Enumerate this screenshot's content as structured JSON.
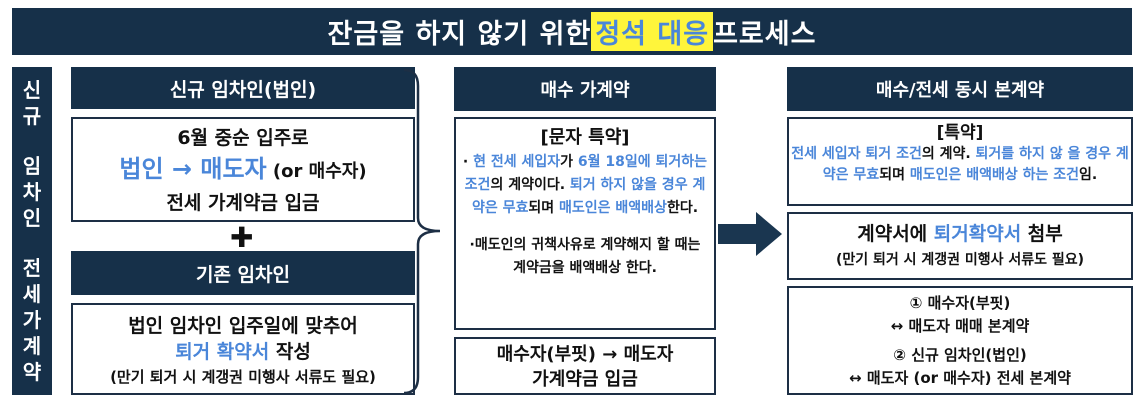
{
  "title": {
    "before": "잔금을 하지 않기 위한 ",
    "highlight": "정석 대응",
    "after": " 프로세스"
  },
  "side_label": {
    "group1": [
      "신",
      "규"
    ],
    "group2": [
      "임",
      "차",
      "인"
    ],
    "group3": [
      "전",
      "세",
      "가",
      "계",
      "약"
    ]
  },
  "new_tenant": {
    "header": "신규 임차인(법인)",
    "line1": "6월 중순 입주로",
    "line2_blue": "법인 → 매도자",
    "line2_small": " (or 매수자)",
    "line3": "전세 가계약금 입금"
  },
  "plus": "✚",
  "old_tenant": {
    "header": "기존 임차인",
    "line1": "법인 임차인 입주일에 맞추어",
    "line2_blue": "퇴거 확약서",
    "line2_rest": " 작성",
    "line3": "(만기 퇴거 시 계갱권 미행사 서류도 필요)"
  },
  "purchase": {
    "header": "매수 가계약",
    "clause_title": "[문자 특약]",
    "c1": "· ",
    "c2": "현 전세 세입자",
    "c3": "가 ",
    "c4": "6월 18일에 퇴거하는 조건",
    "c5": "의 계약이다. ",
    "c6": "퇴거 하지 않을 경우 계약은 무효",
    "c7": "되며 ",
    "c8": "매도인은 배액배상",
    "c9": "한다.",
    "clause2": "·매도인의 귀책사유로 계약해지 할 때는 계약금을 배액배상 한다.",
    "pay_line1": "매수자(부핏) → 매도자",
    "pay_line2": "가계약금 입금"
  },
  "main_contract": {
    "header": "매수/전세 동시 본계약",
    "special_title": "[특약]",
    "s1": "전세 세입자 퇴거 조건",
    "s2": "의 계약. ",
    "s3": "퇴거를 하지 않 을 경우 계약은 무효",
    "s4": "되며 ",
    "s5": "매도인은 배액배상 하는 조건",
    "s6": "임.",
    "attach_before": "계약서에 ",
    "attach_blue": "퇴거확약서",
    "attach_after": " 첨부",
    "attach_note": "(만기 퇴거 시 계갱권 미행사 서류도 필요)",
    "final1a": "① 매수자(부핏)",
    "final1b": "↔ 매도자 매매 본계약",
    "final2a": "② 신규 임차인(법인)",
    "final2b": "↔ 매도자 (or 매수자) 전세 본계약"
  },
  "colors": {
    "navy": "#163049",
    "blue_text": "#4a86d9",
    "highlight": "#fff53b",
    "arrow": "#1a3650"
  }
}
